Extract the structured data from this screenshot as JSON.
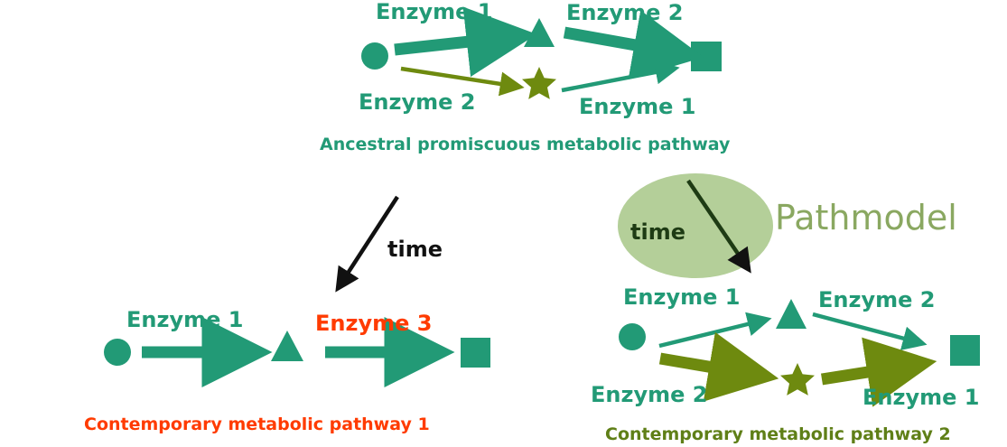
{
  "colors": {
    "teal": "#229a76",
    "olive": "#6e8a0f",
    "red": "#ff3b00",
    "black": "#111111",
    "watermark_circle": "#b4cf99",
    "watermark_text": "#8aa861"
  },
  "icons": [
    "circle-substrate",
    "triangle-intermediate",
    "star-intermediate",
    "square-product"
  ],
  "ancestral": {
    "top_left_label": "Enzyme 1",
    "top_right_label": "Enzyme 2",
    "bottom_left_label": "Enzyme 2",
    "bottom_right_label": "Enzyme 1",
    "caption": "Ancestral promiscuous metabolic pathway"
  },
  "time_left": {
    "label": "time"
  },
  "time_right": {
    "label": "time"
  },
  "watermark": {
    "text": "Pathmodel"
  },
  "contemporary_1": {
    "left_label": "Enzyme 1",
    "right_label": "Enzyme 3",
    "caption": "Contemporary metabolic pathway 1"
  },
  "contemporary_2": {
    "top_left_label": "Enzyme 1",
    "top_right_label": "Enzyme 2",
    "bottom_left_label": "Enzyme 2",
    "bottom_right_label": "Enzyme 1",
    "caption": "Contemporary metabolic pathway 2"
  }
}
